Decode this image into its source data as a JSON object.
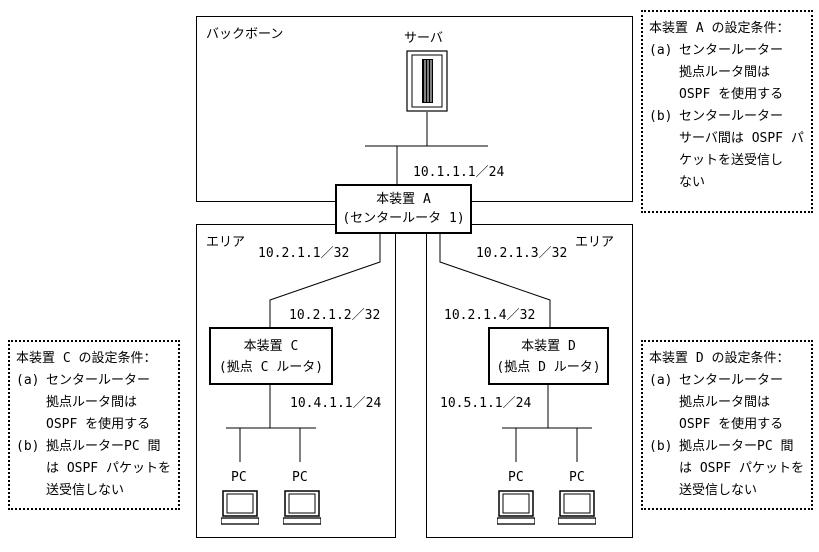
{
  "areas": {
    "backbone_label": "バックボーン",
    "area_left_label": "エリア",
    "area_right_label": "エリア",
    "server_label": "サーバ"
  },
  "devices": {
    "a": {
      "name": "本装置 A",
      "role": "(センタールータ 1)"
    },
    "c": {
      "name": "本装置 C",
      "role": "(拠点 C ルータ)"
    },
    "d": {
      "name": "本装置 D",
      "role": "(拠点 D ルータ)"
    }
  },
  "addresses": {
    "a_backbone": "10.1.1.1／24",
    "a_left": "10.2.1.1／32",
    "a_right": "10.2.1.3／32",
    "c_up": "10.2.1.2／32",
    "d_up": "10.2.1.4／32",
    "c_lan": "10.4.1.1／24",
    "d_lan": "10.5.1.1／24"
  },
  "pcs": {
    "pc1": "PC",
    "pc2": "PC",
    "pc3": "PC",
    "pc4": "PC"
  },
  "notes": {
    "a": {
      "title": "本装置 A の設定条件：",
      "items": [
        {
          "mark": "(a)",
          "lines": [
            "センタールーター",
            "拠点ルータ間は",
            "OSPF を使用する"
          ]
        },
        {
          "mark": "(b)",
          "lines": [
            "センタールーター",
            "サーバ間は OSPF パ",
            "ケットを送受信し",
            "ない"
          ]
        }
      ]
    },
    "c": {
      "title": "本装置 C の設定条件：",
      "items": [
        {
          "mark": "(a)",
          "lines": [
            "センタールーター",
            "拠点ルータ間は",
            "OSPF を使用する"
          ]
        },
        {
          "mark": "(b)",
          "lines": [
            "拠点ルーターPC 間",
            "は OSPF パケットを",
            "送受信しない"
          ]
        }
      ]
    },
    "d": {
      "title": "本装置 D の設定条件：",
      "items": [
        {
          "mark": "(a)",
          "lines": [
            "センタールーター",
            "拠点ルータ間は",
            "OSPF を使用する"
          ]
        },
        {
          "mark": "(b)",
          "lines": [
            "拠点ルーターPC 間",
            "は OSPF パケットを",
            "送受信しない"
          ]
        }
      ]
    }
  }
}
